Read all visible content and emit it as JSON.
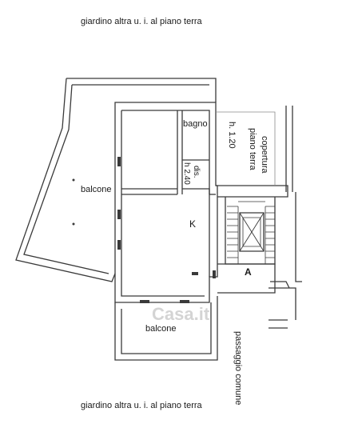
{
  "labels": {
    "top_garden": "giardino altra u. i. al piano terra",
    "bottom_garden": "giardino altra u. i. al piano terra",
    "balcony_left": "balcone",
    "balcony_bottom": "balcone",
    "bathroom": "bagno",
    "dis": "dis.",
    "h_240": "h 2.40",
    "h_120": "h. 1.20",
    "copertura_1": "copertura",
    "copertura_2": "piano terra",
    "kitchen": "K",
    "stair_a": "A",
    "passage": "passaggio comune",
    "watermark": "Casa.it"
  },
  "colors": {
    "wall": "#3a3a3a",
    "light": "#8a8a8a"
  }
}
